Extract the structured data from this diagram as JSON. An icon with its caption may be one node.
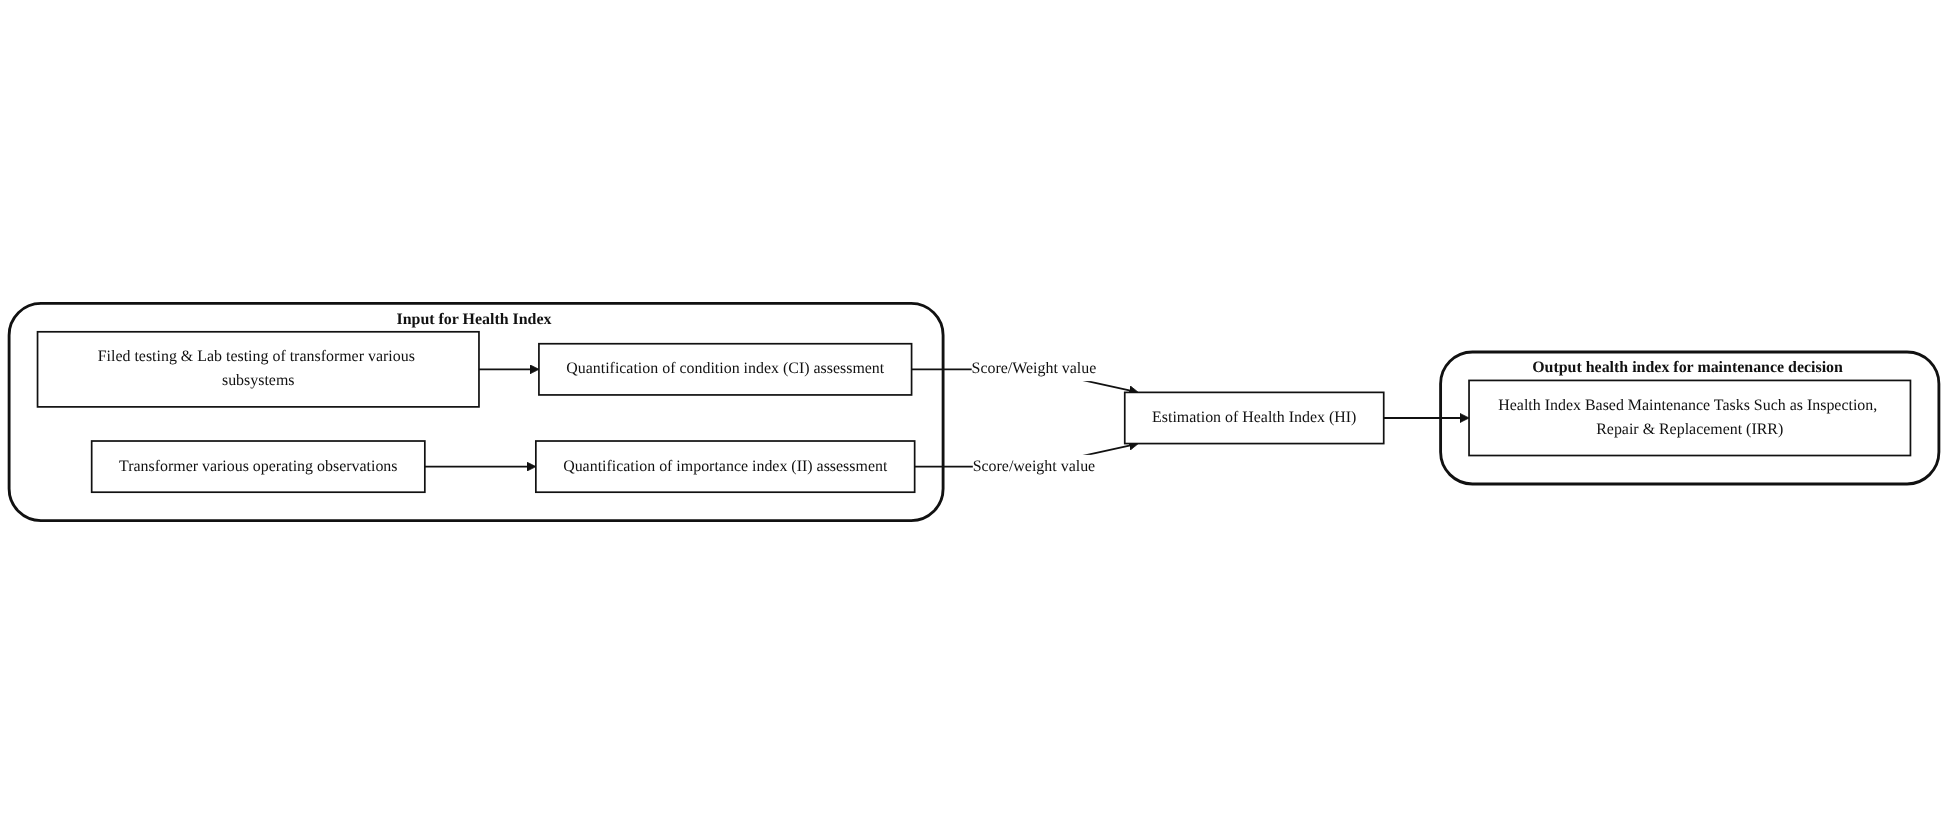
{
  "diagram": {
    "nodes": [
      {
        "text": [
          "Input for Health Index"
        ]
      },
      {
        "text": [
          "Filed testing & Lab testing of transformer various subsystems"
        ],
        "in": 0
      },
      {
        "text": [
          "Quantification of condition index (CI) assessment"
        ],
        "in": 0
      },
      {
        "text": [
          "Quantification of importance index (II) assessment"
        ],
        "in": 0
      },
      {
        "text": [
          "Transformer various operating observations"
        ],
        "in": 0
      },
      {
        "text": [
          "Estimation of Health Index (HI)"
        ]
      },
      {
        "text": [
          "Output health index for maintenance decision"
        ]
      },
      {
        "text": [
          "Health Index Based Maintenance Tasks Such as Inspection, Repair & Replacement (IRR)"
        ],
        "in": 6
      }
    ],
    "edges": [
      {
        "from": 1,
        "to": 2,
        "arrow": "to"
      },
      {
        "from": 4,
        "to": 3,
        "arrow": "to"
      },
      {
        "from": 2,
        "to": 5,
        "arrow": "to",
        "label": "Score/Weight value"
      },
      {
        "from": 3,
        "to": 5,
        "arrow": "to",
        "label": "Score/weight value"
      },
      {
        "from": 5,
        "to": 7,
        "arrow": "to"
      }
    ]
  }
}
